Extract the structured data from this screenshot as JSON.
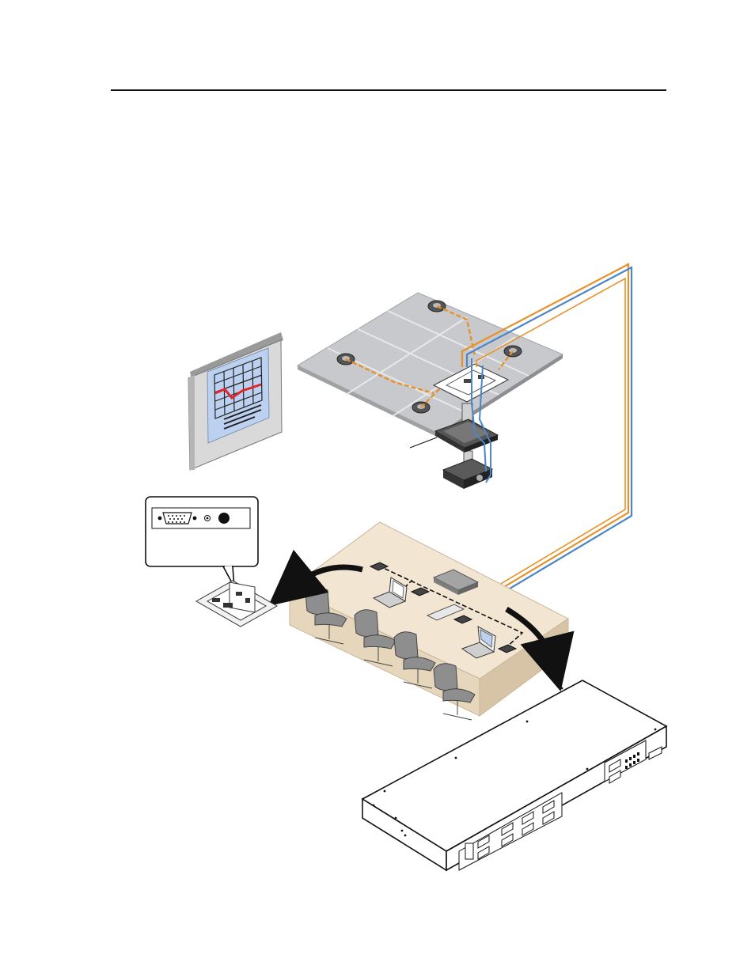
{
  "page": {
    "has_top_rule": true
  },
  "scene": {
    "components": [
      {
        "name": "projection-screen",
        "icon": "screen-icon"
      },
      {
        "name": "ceiling-tiles",
        "icon": "ceiling-icon"
      },
      {
        "name": "ceiling-speakers",
        "icon": "speaker-icon",
        "count": 4
      },
      {
        "name": "ceiling-plate",
        "icon": "plate-icon"
      },
      {
        "name": "projector-mount-enclosure",
        "icon": "enclosure-icon"
      },
      {
        "name": "projector",
        "icon": "projector-icon"
      },
      {
        "name": "conference-table",
        "icon": "table-icon"
      },
      {
        "name": "laptops",
        "icon": "laptop-icon",
        "count": 2
      },
      {
        "name": "table-cable-cubbies",
        "icon": "cubby-icon",
        "count": 3
      },
      {
        "name": "table-switcher",
        "icon": "switcher-icon"
      },
      {
        "name": "chairs",
        "icon": "chair-icon",
        "count": 4
      },
      {
        "name": "rack-switcher",
        "icon": "rack-unit-icon"
      },
      {
        "name": "callout-connector-panel",
        "icon": "vga-connector-icon"
      }
    ],
    "colors": {
      "cable_orange": "#e8912b",
      "cable_blue": "#4a86c8",
      "ceiling": "#c7c9cc",
      "table": "#f2e6d3",
      "screen_fill": "#bcd1ef",
      "chart_line": "#e0262b"
    }
  }
}
